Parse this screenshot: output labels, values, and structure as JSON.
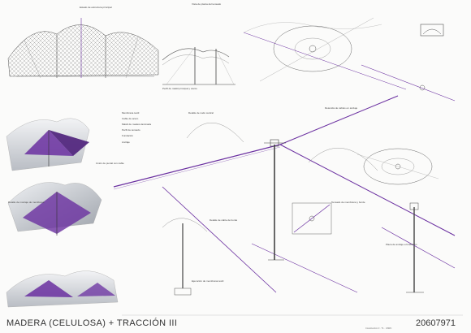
{
  "sheet": {
    "title": "MADERA (CELULOSA) + TRACCIÓN III",
    "code": "20607971",
    "footer": "Construcción 3 · T1 · UNRC",
    "text_blocks": [
      "Estado de estructura principal",
      "Vista de planta del tensado",
      "Perfil de mástil principal y viento",
      "Retenida de cables en anclaje",
      "Detalle de montaje de membrana",
      "Detalle de nudo central",
      "Unión de puntal con cable",
      "Tensado de membrana y borde",
      "Detalle de cable de borde",
      "Placa de anclaje a fundación",
      "Ejecución de membrana textil"
    ],
    "legend": [
      "Membrana textil",
      "Cable de acero",
      "Mástil de madera laminada",
      "Perfil de tensado",
      "Fundación",
      "Anclaje"
    ],
    "colors": {
      "accent": "#6a2fa0",
      "ink": "#555555",
      "membrane": "#d9dbdf"
    }
  }
}
